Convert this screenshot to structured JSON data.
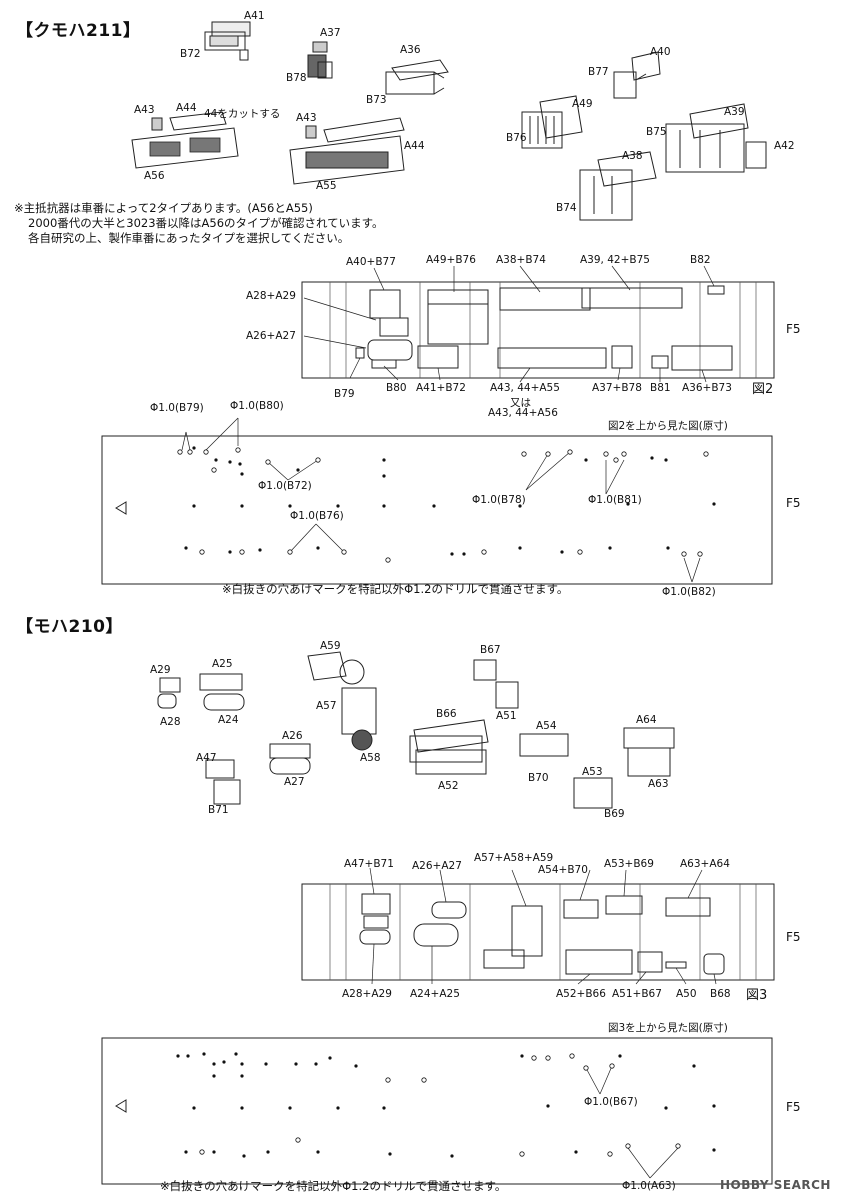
{
  "kumoha": {
    "heading": "【クモハ211】",
    "labels": {
      "A41": "A41",
      "B72": "B72",
      "A37": "A37",
      "B78": "B78",
      "A36": "A36",
      "B73": "B73",
      "A40": "A40",
      "B77": "B77",
      "A49": "A49",
      "B76": "B76",
      "A39": "A39",
      "B75": "B75",
      "A42": "A42",
      "A38": "A38",
      "B74": "B74",
      "A43a": "A43",
      "A44a": "A44",
      "cut": "44をカットする",
      "A56": "A56",
      "A43b": "A43",
      "A44b": "A44",
      "A55": "A55"
    },
    "note": [
      "※主抵抗器は車番によって2タイプあります。(A56とA55)",
      "2000番代の大半と3023番以降はA56のタイプが確認されています。",
      "各自研究の上、製作車番にあったタイプを選択してください。"
    ],
    "side_labels": {
      "a40b77": "A40+B77",
      "a49b76": "A49+B76",
      "a38b74": "A38+B74",
      "a39b75": "A39, 42+B75",
      "b82": "B82",
      "a28a29": "A28+A29",
      "a26a27": "A26+A27",
      "b79": "B79",
      "b80": "B80",
      "a41b72": "A41+B72",
      "a55": "A43, 44+A55",
      "mata": "又は",
      "a56": "A43, 44+A56",
      "a37b78": "A37+B78",
      "b81": "B81",
      "a36b73": "A36+B73"
    },
    "fig": "図2",
    "f5_side": "F5",
    "top_caption": "図2を上から見た図(原寸)",
    "holes": {
      "b79": "Φ1.0(B79)",
      "b80": "Φ1.0(B80)",
      "b72": "Φ1.0(B72)",
      "b76": "Φ1.0(B76)",
      "b78": "Φ1.0(B78)",
      "b81": "Φ1.0(B81)",
      "b82": "Φ1.0(B82)"
    },
    "f5_top": "F5",
    "drill_note": "※白抜きの穴あけマークを特記以外Φ1.2のドリルで貫通させます。"
  },
  "moha": {
    "heading": "【モハ210】",
    "labels": {
      "A29": "A29",
      "A25": "A25",
      "A28": "A28",
      "A24": "A24",
      "A59": "A59",
      "A57": "A57",
      "A58": "A58",
      "B67": "B67",
      "A51": "A51",
      "B66": "B66",
      "A52": "A52",
      "A54": "A54",
      "B70": "B70",
      "A64": "A64",
      "A63": "A63",
      "A53": "A53",
      "B69": "B69",
      "A47": "A47",
      "B71": "B71",
      "A26": "A26",
      "A27": "A27"
    },
    "side_labels": {
      "a47b71": "A47+B71",
      "a26a27": "A26+A27",
      "a57": "A57+A58+A59",
      "a54b70": "A54+B70",
      "a53b69": "A53+B69",
      "a63a64": "A63+A64",
      "a28a29": "A28+A29",
      "a24a25": "A24+A25",
      "a52b66": "A52+B66",
      "a51b67": "A51+B67",
      "a50": "A50",
      "b68": "B68"
    },
    "fig": "図3",
    "f5_side": "F5",
    "top_caption": "図3を上から見た図(原寸)",
    "holes": {
      "b67": "Φ1.0(B67)",
      "a63": "Φ1.0(A63)"
    },
    "f5_top": "F5",
    "drill_note": "※白抜きの穴あけマークを特記以外Φ1.2のドリルで貫通させます。"
  },
  "watermark": "HOBBY SEARCH"
}
